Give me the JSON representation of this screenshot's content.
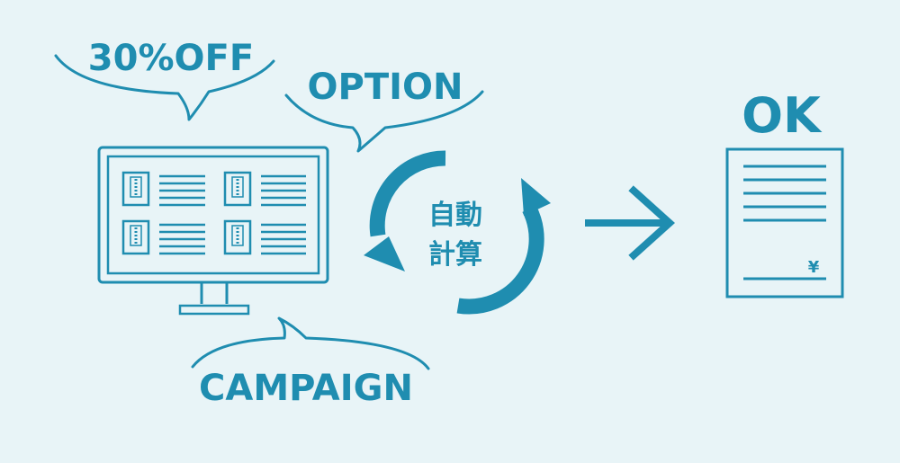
{
  "labels": {
    "discount": "30%OFF",
    "option": "OPTION",
    "campaign": "CAMPAIGN",
    "auto_calc_line1": "自動",
    "auto_calc_line2": "計算",
    "ok": "OK",
    "currency": "¥"
  },
  "colors": {
    "primary": "#1f8db0",
    "background": "#e8f4f7"
  }
}
